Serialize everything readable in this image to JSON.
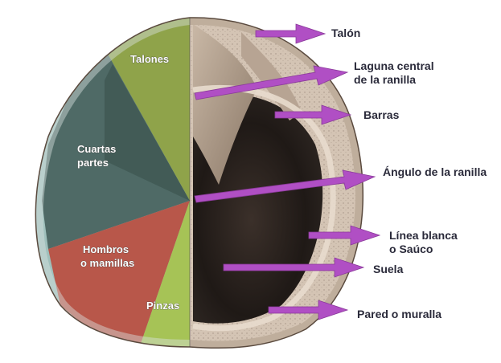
{
  "colors": {
    "arrow": "#b04fc4",
    "talones": "#8fa34a",
    "cuartas": "#4f6a66",
    "hombros": "#b8574a",
    "pinzas": "#a6c356",
    "sole": "#2a2320",
    "wall": "#d4c4b4"
  },
  "zones": {
    "talones": "Talones",
    "cuartas_1": "Cuartas",
    "cuartas_2": "partes",
    "hombros_1": "Hombros",
    "hombros_2": "o mamillas",
    "pinzas": "Pinzas"
  },
  "labels": {
    "talon": "Talón",
    "laguna_1": "Laguna central",
    "laguna_2": "de la ranilla",
    "barras": "Barras",
    "angulo": "Ángulo de la ranilla",
    "linea_1": "Línea blanca",
    "linea_2": "o Saúco",
    "suela": "Suela",
    "pared": "Pared o muralla"
  }
}
